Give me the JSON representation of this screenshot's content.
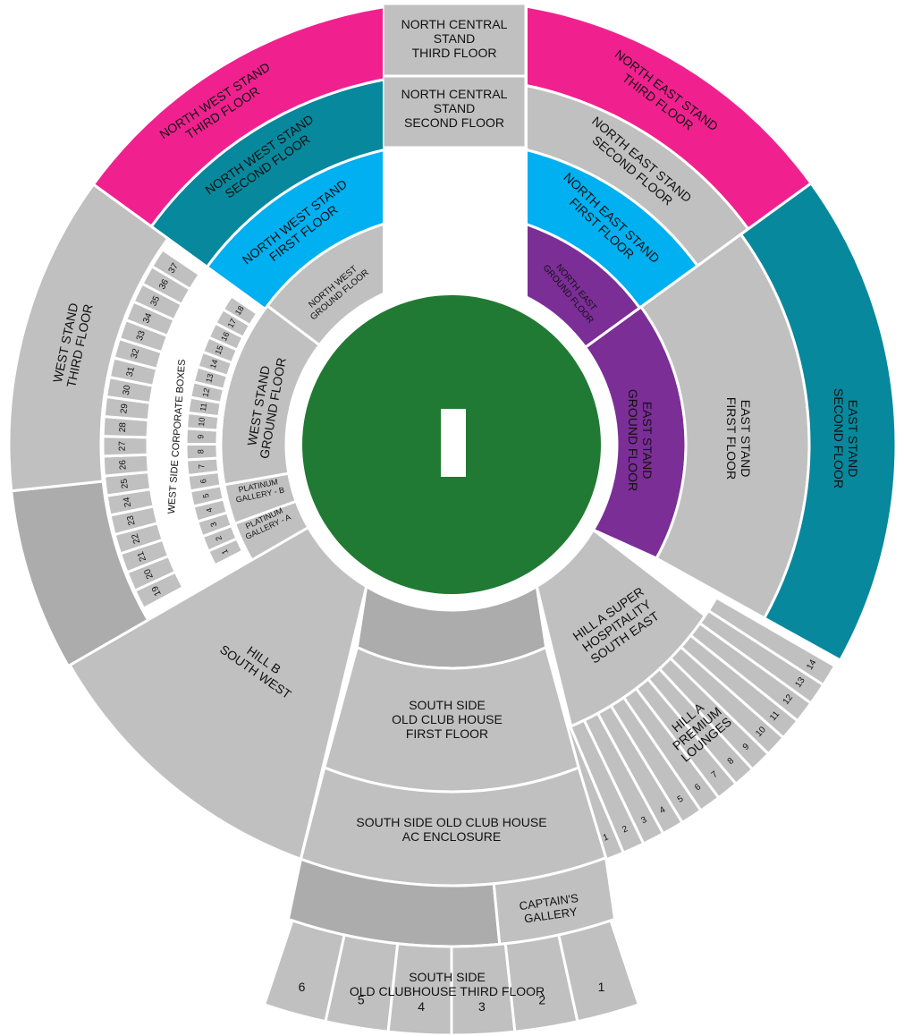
{
  "colors": {
    "pink": "#f0218f",
    "teal": "#07889c",
    "blue": "#00b0f0",
    "purple": "#7b2e96",
    "grey": "#c0c0c0",
    "dark_grey": "#acacac",
    "field": "#207a33",
    "pitch": "#ffffff"
  },
  "sections": {
    "nc_third": {
      "label": [
        "NORTH  CENTRAL",
        "STAND",
        "THIRD FLOOR"
      ],
      "color": "#c0c0c0"
    },
    "nc_second": {
      "label": [
        "NORTH  CENTRAL",
        "STAND",
        "SECOND FLOOR"
      ],
      "color": "#c0c0c0"
    },
    "ne_ground": {
      "label": [
        "NORTH EAST",
        "GROUND FLOOR"
      ],
      "color": "#7b2e96"
    },
    "ne_first": {
      "label": [
        "NORTH EAST STAND",
        "FIRST FLOOR"
      ],
      "color": "#00b0f0"
    },
    "ne_second": {
      "label": [
        "NORTH EAST STAND",
        "SECOND FLOOR"
      ],
      "color": "#c0c0c0"
    },
    "ne_third": {
      "label": [
        "NORTH EAST STAND",
        "THIRD FLOOR"
      ],
      "color": "#f0218f"
    },
    "east_ground": {
      "label": [
        "EAST STAND",
        "GROUND FLOOR"
      ],
      "color": "#7b2e96"
    },
    "east_first": {
      "label": [
        "EAST STAND",
        "FIRST FLOOR"
      ],
      "color": "#c0c0c0"
    },
    "east_second": {
      "label": [
        "EAST STAND",
        "SECOND FLOOR"
      ],
      "color": "#07889c"
    },
    "hill_a_hospitality": {
      "label": [
        "HILL A SUPER",
        "HOSPITALITY",
        "SOUTH EAST"
      ],
      "color": "#c0c0c0"
    },
    "hill_a_lounges": {
      "label": [
        "HILL A",
        "PREMIUM",
        "LOUNGES"
      ],
      "color": "#c0c0c0",
      "units": [
        "1",
        "2",
        "3",
        "4",
        "5",
        "6",
        "7",
        "8",
        "9",
        "10",
        "11",
        "12",
        "13",
        "14"
      ]
    },
    "south_lower": {
      "label": [],
      "color": "#acacac"
    },
    "south_first": {
      "label": [
        "SOUTH SIDE",
        "OLD CLUB HOUSE",
        "FIRST FLOOR"
      ],
      "color": "#c0c0c0"
    },
    "south_ac": {
      "label": [
        "SOUTH SIDE OLD CLUB HOUSE",
        "AC ENCLOSURE"
      ],
      "color": "#c0c0c0"
    },
    "south_strip": {
      "label": [],
      "color": "#acacac"
    },
    "captains_gallery": {
      "label": [
        "CAPTAIN'S",
        "GALLERY"
      ],
      "color": "#c0c0c0"
    },
    "south_third": {
      "label": [
        "SOUTH SIDE",
        "OLD CLUBHOUSE THIRD FLOOR"
      ],
      "color": "#c0c0c0",
      "units": [
        "6",
        "5",
        "4",
        "3",
        "2",
        "1"
      ]
    },
    "hill_b": {
      "label": [
        "HILL B",
        "SOUTH WEST"
      ],
      "color": "#c0c0c0"
    },
    "platinum_a": {
      "label": [
        "PLATINUM",
        "GALLERY - A"
      ],
      "color": "#c0c0c0"
    },
    "platinum_b": {
      "label": [
        "PLATINUM",
        "GALLERY - B"
      ],
      "color": "#c0c0c0"
    },
    "west_ground": {
      "label": [
        "WEST STAND",
        "GROUND FLOOR"
      ],
      "color": "#c0c0c0"
    },
    "west_boxes_inner": {
      "label": [],
      "color": "#c0c0c0",
      "units": [
        "1",
        "2",
        "3",
        "4",
        "5",
        "6",
        "7",
        "8",
        "9",
        "10",
        "11",
        "12",
        "13",
        "14",
        "15",
        "16",
        "17",
        "18"
      ]
    },
    "west_boxes_outer": {
      "label": [],
      "color": "#c0c0c0",
      "units": [
        "19",
        "20",
        "21",
        "22",
        "23",
        "24",
        "25",
        "26",
        "27",
        "28",
        "29",
        "30",
        "31",
        "32",
        "33",
        "34",
        "35",
        "36",
        "37"
      ]
    },
    "west_boxes_title": {
      "label": [
        "WEST SIDE CORPORATE BOXES"
      ]
    },
    "west_third": {
      "label": [
        "WEST STAND",
        "THIRD FLOOR"
      ],
      "color": "#c0c0c0"
    },
    "west_lower_dark": {
      "label": [],
      "color": "#acacac"
    },
    "nw_ground": {
      "label": [
        "NORTH WEST",
        "GROUND FLOOR"
      ],
      "color": "#c0c0c0"
    },
    "nw_first": {
      "label": [
        "NORTH WEST STAND",
        "FIRST FLOOR"
      ],
      "color": "#00b0f0"
    },
    "nw_second": {
      "label": [
        "NORTH WEST STAND",
        "SECOND FLOOR"
      ],
      "color": "#07889c"
    },
    "nw_third": {
      "label": [
        "NORTH WEST STAND",
        "THIRD FLOOR"
      ],
      "color": "#f0218f"
    }
  }
}
